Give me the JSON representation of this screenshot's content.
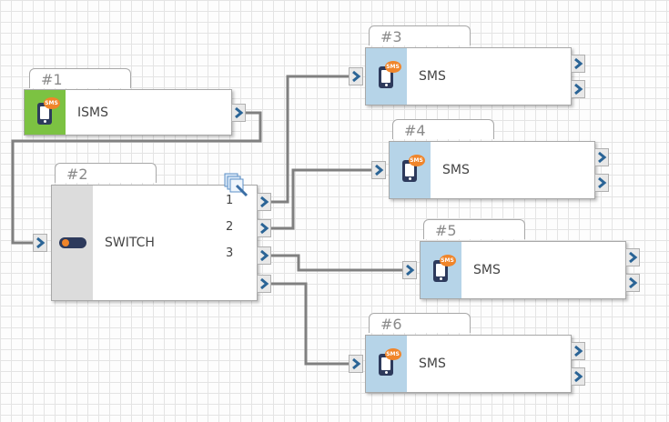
{
  "colors": {
    "wire": "#808080",
    "isms_icon_bg": "#7cc242",
    "sms_icon_bg": "#b6d4e8",
    "switch_icon_bg": "#dcdcdc",
    "port_arrow": "#2a6496",
    "bubble": "#f0852a"
  },
  "nodes": [
    {
      "id": "#1",
      "label": "ISMS",
      "icon": "sms-phone-icon",
      "outputs": 1
    },
    {
      "id": "#2",
      "label": "SWITCH",
      "icon": "toggle-switch-icon",
      "outputs": 4,
      "port_numbers": [
        "1",
        "2",
        "3"
      ]
    },
    {
      "id": "#3",
      "label": "SMS",
      "icon": "sms-phone-icon",
      "outputs": 2
    },
    {
      "id": "#4",
      "label": "SMS",
      "icon": "sms-phone-icon",
      "outputs": 2
    },
    {
      "id": "#5",
      "label": "SMS",
      "icon": "sms-phone-icon",
      "outputs": 2
    },
    {
      "id": "#6",
      "label": "SMS",
      "icon": "sms-phone-icon",
      "outputs": 2
    }
  ],
  "bubble_text": "SMS",
  "edit_icon": "edit-pencil-icon"
}
